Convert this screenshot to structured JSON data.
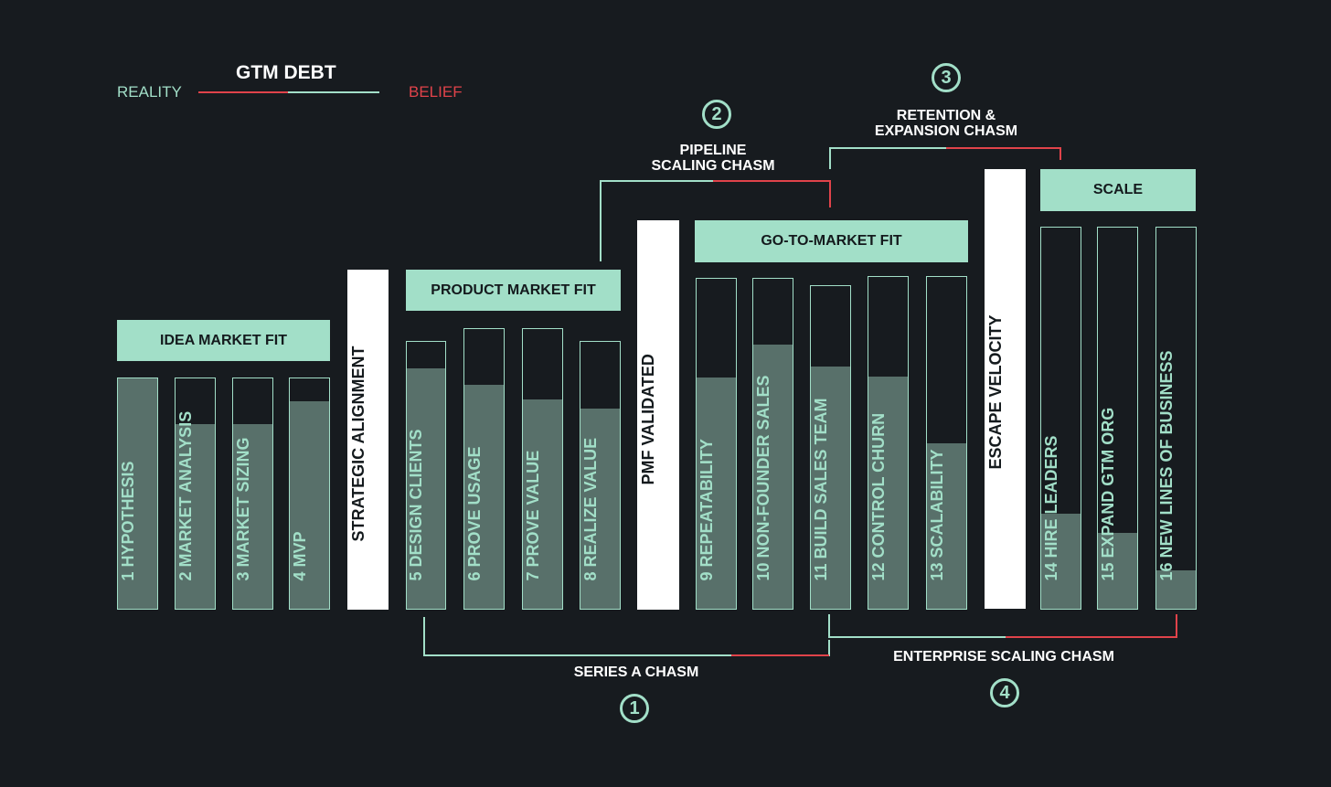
{
  "legend": {
    "title": "GTM DEBT",
    "left": "REALITY",
    "right": "BELIEF"
  },
  "colors": {
    "reality": "#a2dfc8",
    "belief": "#e0434a",
    "background": "#171b1f",
    "fill": "#58706a",
    "gate": "#ffffff"
  },
  "phases": {
    "idea": "IDEA MARKET FIT",
    "product": "PRODUCT MARKET FIT",
    "gtm": "GO-TO-MARKET FIT",
    "scale": "SCALE"
  },
  "gates": {
    "strategic": "STRATEGIC ALIGNMENT",
    "pmf": "PMF VALIDATED",
    "escape": "ESCAPE VELOCITY"
  },
  "stages": [
    {
      "label": "1 HYPOTHESIS",
      "fill": 1.0
    },
    {
      "label": "2 MARKET ANALYSIS",
      "fill": 0.8
    },
    {
      "label": "3 MARKET SIZING",
      "fill": 0.8
    },
    {
      "label": "4 MVP",
      "fill": 0.9
    },
    {
      "label": "5 DESIGN CLIENTS",
      "fill": 0.9
    },
    {
      "label": "6 PROVE USAGE",
      "fill": 0.8
    },
    {
      "label": "7 PROVE VALUE",
      "fill": 0.75
    },
    {
      "label": "8 REALIZE VALUE",
      "fill": 0.75
    },
    {
      "label": "9 REPEATABILITY",
      "fill": 0.7
    },
    {
      "label": "10 NON-FOUNDER SALES",
      "fill": 0.8
    },
    {
      "label": "11 BUILD SALES TEAM",
      "fill": 0.75
    },
    {
      "label": "12 CONTROL CHURN",
      "fill": 0.7
    },
    {
      "label": "13 SCALABILITY",
      "fill": 0.5
    },
    {
      "label": "14 HIRE LEADERS",
      "fill": 0.25
    },
    {
      "label": "15 EXPAND GTM ORG",
      "fill": 0.2
    },
    {
      "label": "16 NEW LINES OF BUSINESS",
      "fill": 0.1
    }
  ],
  "chasms": [
    {
      "number": "1",
      "label": "SERIES A CHASM"
    },
    {
      "number": "2",
      "label_line1": "PIPELINE",
      "label_line2": "SCALING CHASM"
    },
    {
      "number": "3",
      "label_line1": "RETENTION &",
      "label_line2": "EXPANSION CHASM"
    },
    {
      "number": "4",
      "label": "ENTERPRISE SCALING CHASM"
    }
  ]
}
